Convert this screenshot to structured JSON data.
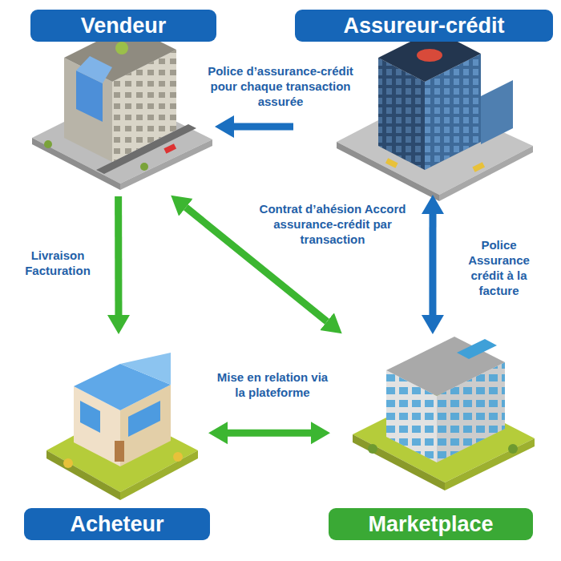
{
  "diagram": {
    "nodes": [
      {
        "text": [
          "Vendeur"
        ]
      },
      {
        "text": [
          "Assureur-crédit"
        ]
      },
      {
        "text": [
          "Acheteur"
        ]
      },
      {
        "text": [
          "Marketplace"
        ]
      }
    ],
    "edges": [
      {
        "from": 1,
        "to": 0,
        "arrow": "to",
        "label": "Police d’assurance-crédit pour chaque transaction assurée"
      },
      {
        "from": 0,
        "to": 2,
        "arrow": "to",
        "label": "Livraison Facturation"
      },
      {
        "from": 0,
        "to": 3,
        "arrow": "both",
        "label": "Contrat d’ahésion Accord assurance-crédit par transaction"
      },
      {
        "from": 1,
        "to": 3,
        "arrow": "both",
        "label": "Police Assurance crédit à la facture"
      },
      {
        "from": 2,
        "to": 3,
        "arrow": "both",
        "label": "Mise en relation via la plateforme"
      }
    ]
  }
}
